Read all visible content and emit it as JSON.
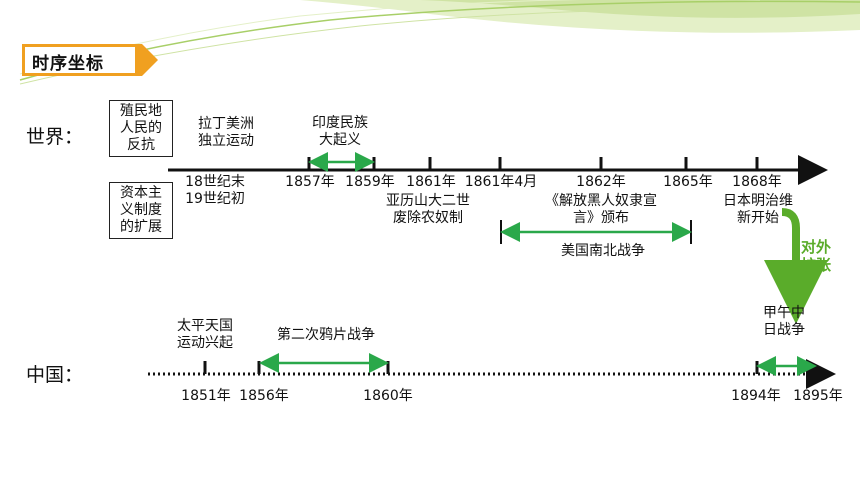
{
  "title": "时序坐标",
  "colors": {
    "accent": "#f0a020",
    "arrow_green": "#2aa84a",
    "expansion_green": "#5aac2a",
    "line": "#111111"
  },
  "world": {
    "row_label": "世界：",
    "box_top": "殖民地\n人民的\n反抗",
    "box_bottom": "资本主\n义制度\n的扩展",
    "event_latin": "拉丁美洲\n独立运动",
    "event_india": "印度民族\n大起义",
    "ticks": {
      "t18": "18世纪末\n19世纪初",
      "t1857": "1857年",
      "t1859": "1859年",
      "t1861": "1861年",
      "t1861a": "1861年4月",
      "t1862": "1862年",
      "t1865": "1865年",
      "t1868": "1868年"
    },
    "event_russia": "亚历山大二世\n废除农奴制",
    "event_emancipation": "《解放黑人奴隶宣\n言》颁布",
    "event_civilwar": "美国南北战争",
    "event_meiji": "日本明治维\n新开始"
  },
  "expansion": "对外\n扩张",
  "china": {
    "row_label": "中国：",
    "event_taiping": "太平天国\n运动兴起",
    "event_opium2": "第二次鸦片战争",
    "event_sinojap": "甲午中\n日战争",
    "ticks": {
      "t1851": "1851年",
      "t1856": "1856年",
      "t1860": "1860年",
      "t1894": "1894年",
      "t1895": "1895年"
    }
  }
}
